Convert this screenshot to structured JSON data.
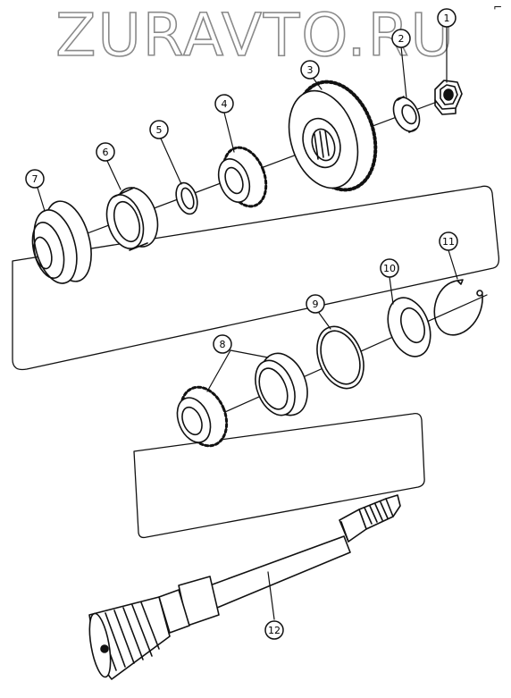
{
  "watermark": "ZURAVTO.RU",
  "corner_mark": "⌐",
  "callouts": [
    "1",
    "2",
    "3",
    "4",
    "5",
    "6",
    "7",
    "8",
    "9",
    "10",
    "11",
    "12"
  ],
  "colors": {
    "ink": "#111111",
    "paper": "#ffffff",
    "watermark_stroke": "#8a8a8a"
  }
}
